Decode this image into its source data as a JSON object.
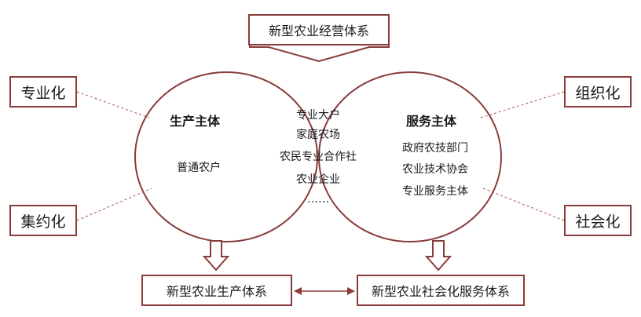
{
  "top_box": "新型农业经营体系",
  "left_side": {
    "top": "专业化",
    "bottom": "集约化"
  },
  "right_side": {
    "top": "组织化",
    "bottom": "社会化"
  },
  "left_circle": {
    "title": "生产主体",
    "items": [
      "普通农户"
    ]
  },
  "overlap": {
    "items": [
      "专业大户",
      "家庭农场",
      "农民专业合作社",
      "农业企业",
      "……"
    ]
  },
  "right_circle": {
    "title": "服务主体",
    "items": [
      "政府农技部门",
      "农业技术协会",
      "专业服务主体"
    ]
  },
  "bottom_left": "新型农业生产体系",
  "bottom_right": "新型农业社会化服务体系",
  "colors": {
    "outline": "#8a3b3b",
    "text": "#1a1a1a"
  }
}
